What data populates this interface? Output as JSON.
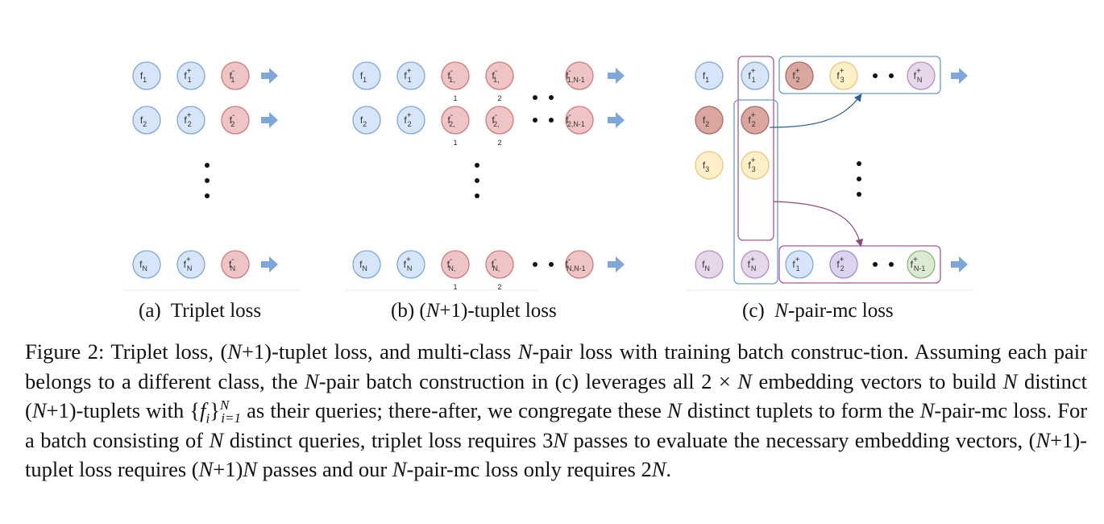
{
  "panels": {
    "a": {
      "caption_prefix": "(a)",
      "caption_text": "Triplet loss",
      "rows": [
        [
          "f1",
          "f1+",
          "f1-"
        ],
        [
          "f2",
          "f2+",
          "f2-"
        ],
        [
          "fN",
          "fN+",
          "fN-"
        ]
      ]
    },
    "b": {
      "caption_prefix": "(b)",
      "caption_text_pre": "(",
      "caption_var": "N",
      "caption_text_post": "+1)-tuplet loss",
      "rows": [
        [
          "f1",
          "f1+",
          "f1,1-",
          "f1,2-",
          "f1,N-1-"
        ],
        [
          "f2",
          "f2+",
          "f2,1-",
          "f2,2-",
          "f2,N-1-"
        ],
        [
          "fN",
          "fN+",
          "fN,1-",
          "fN,2-",
          "fN,N-1-"
        ]
      ]
    },
    "c": {
      "caption_prefix": "(c)",
      "caption_var": "N",
      "caption_text_post": "-pair-mc loss",
      "queries": [
        "f1",
        "f2",
        "f3",
        "fN"
      ],
      "positives": [
        "f1+",
        "f2+",
        "f3+",
        "fN+"
      ],
      "top_group": [
        "f2+",
        "f3+",
        "fN+"
      ],
      "bottom_group": [
        "f1+",
        "f2+",
        "fN-1+"
      ]
    }
  },
  "colors": {
    "blue_fill": "#d6e5f7",
    "blue_stroke": "#7ea6d8",
    "red_fill": "#eec4c4",
    "red_stroke": "#d07a7a",
    "dark_red_fill": "#d9a79f",
    "dark_red_stroke": "#a86a60",
    "yellow_fill": "#fdf0c8",
    "yellow_stroke": "#e8c77a",
    "purple_fill": "#e6d8ea",
    "purple_stroke": "#b48fbc",
    "lavender_fill": "#dcd4ee",
    "lavender_stroke": "#9c8cc8",
    "green_fill": "#dbead3",
    "green_stroke": "#8fb47f",
    "arrow": "#7ea6d8"
  },
  "caption": {
    "figure_label": "Figure 2:",
    "t1": "Triplet loss, (",
    "N": "N",
    "t2": "+1)-tuplet loss, and multi-class ",
    "t3": "-pair loss with training batch construc-tion. Assuming each pair belongs to a different class, the ",
    "t4": "-pair batch construction in (c) leverages all 2 × ",
    "t5": " embedding vectors to build ",
    "t6": " distinct (",
    "t7": "+1)-tuplets with {",
    "f": "f",
    "i": "i",
    "t8": "}",
    "sup_N": "N",
    "sub_i1": "i=1",
    "t9": " as their queries; there-after, we congregate these ",
    "t10": " distinct tuplets to form the ",
    "t11": "-pair-mc loss. For a batch consisting of ",
    "t12": " distinct queries, triplet loss requires 3",
    "t13": " passes to evaluate the necessary embedding vectors, (",
    "t14": "+1)-tuplet loss requires (",
    "t15": "+1)",
    "t16": " passes and our ",
    "t17": "-pair-mc loss only requires 2",
    "t18": "."
  }
}
